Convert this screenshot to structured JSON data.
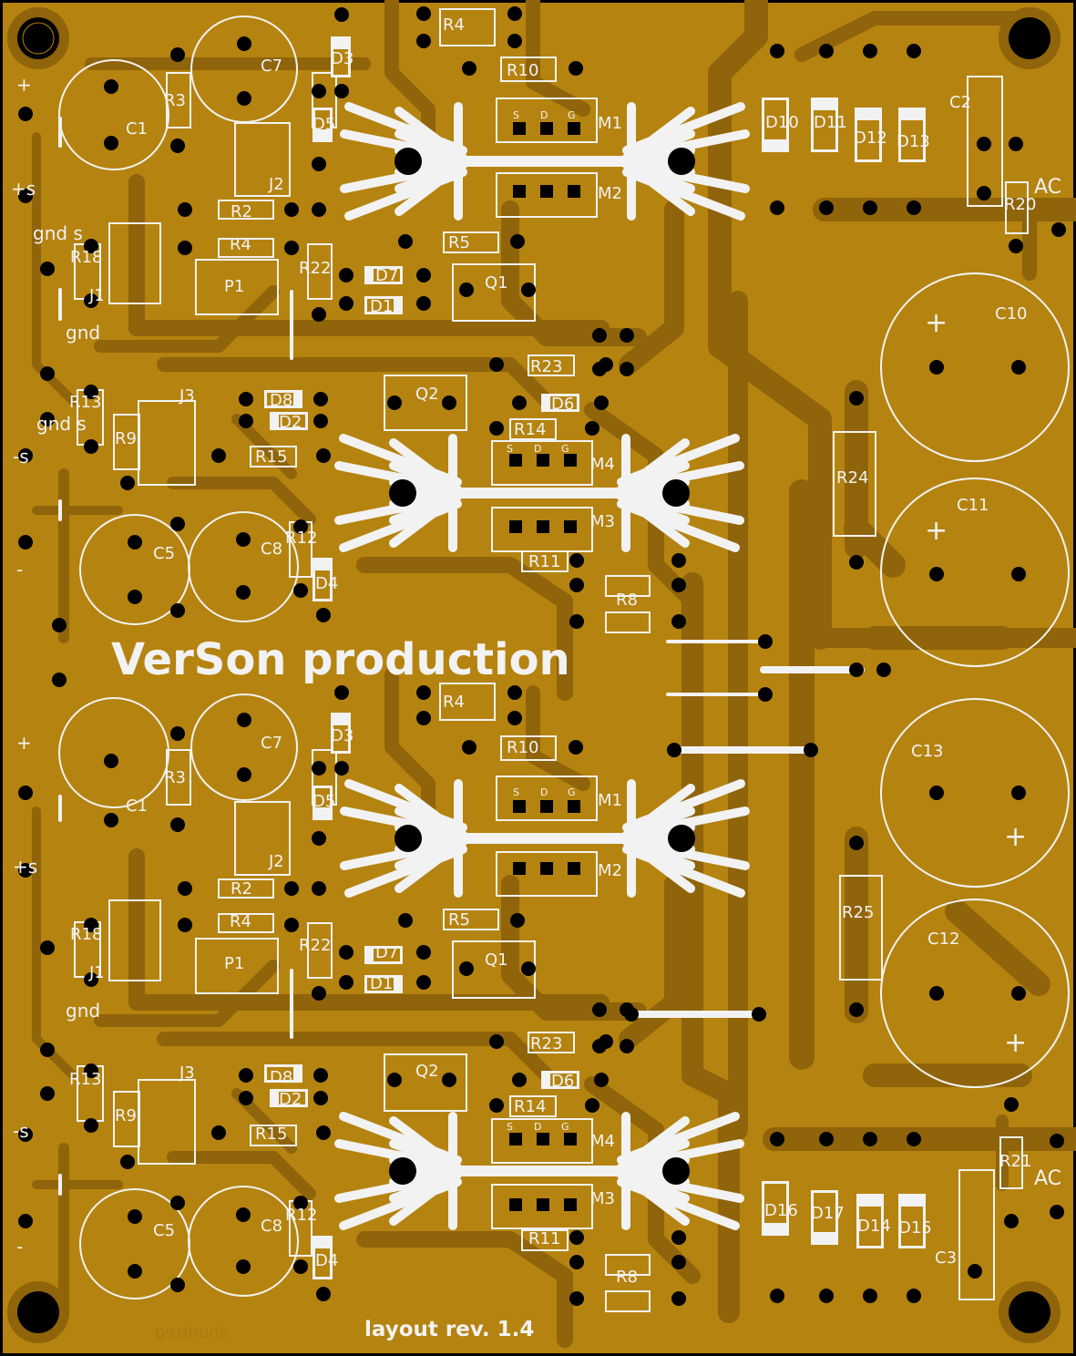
{
  "colors": {
    "board": "#b5830f",
    "trace": "#8f640a",
    "silk": "#f2f2f2",
    "pad": "#000000",
    "edge": "#000000"
  },
  "title": "VerSon production",
  "revision": "layout rev. 1.4",
  "mirrored_text": "shuntreg",
  "pin_labels": [
    "S",
    "D",
    "G"
  ],
  "channel_labels": [
    "+",
    "+s",
    "gnd s",
    "gnd",
    "gnd s",
    "-s",
    "-"
  ],
  "channel_labels_lower": [
    "+",
    "+s",
    "gnd",
    "-s",
    "-"
  ],
  "ac_labels": [
    "AC",
    "AC"
  ],
  "parts_channel": {
    "R4": "R4",
    "R10": "R10",
    "R3": "R3",
    "C1": "C1",
    "C7": "C7",
    "D3": "D3",
    "D5": "D5",
    "J2": "J2",
    "R2": "R2",
    "M1": "M1",
    "M2": "M2",
    "R18": "R18",
    "J1": "J1",
    "P1": "P1",
    "R22": "R22",
    "D7": "D7",
    "D1": "D1",
    "Q1": "Q1",
    "R5": "R5",
    "R23": "R23",
    "Q2": "Q2",
    "D6": "D6",
    "R14": "R14",
    "R13": "R13",
    "R9": "R9",
    "J3": "J3",
    "D8": "D8",
    "D2": "D2",
    "R15": "R15",
    "M4": "M4",
    "M3": "M3",
    "R11": "R11",
    "R12": "R12",
    "C5": "C5",
    "C8": "C8",
    "D4": "D4",
    "R8": "R8"
  },
  "parts_supply": {
    "D10": "D10",
    "D11": "D11",
    "D12": "D12",
    "D13": "D13",
    "C2": "C2",
    "R20": "R20",
    "C10": "C10",
    "C11": "C11",
    "R24": "R24",
    "C13": "C13",
    "C12": "C12",
    "R25": "R25",
    "D16": "D16",
    "D17": "D17",
    "D14": "D14",
    "D15": "D15",
    "C3": "C3",
    "R21": "R21"
  },
  "polarity": "+"
}
